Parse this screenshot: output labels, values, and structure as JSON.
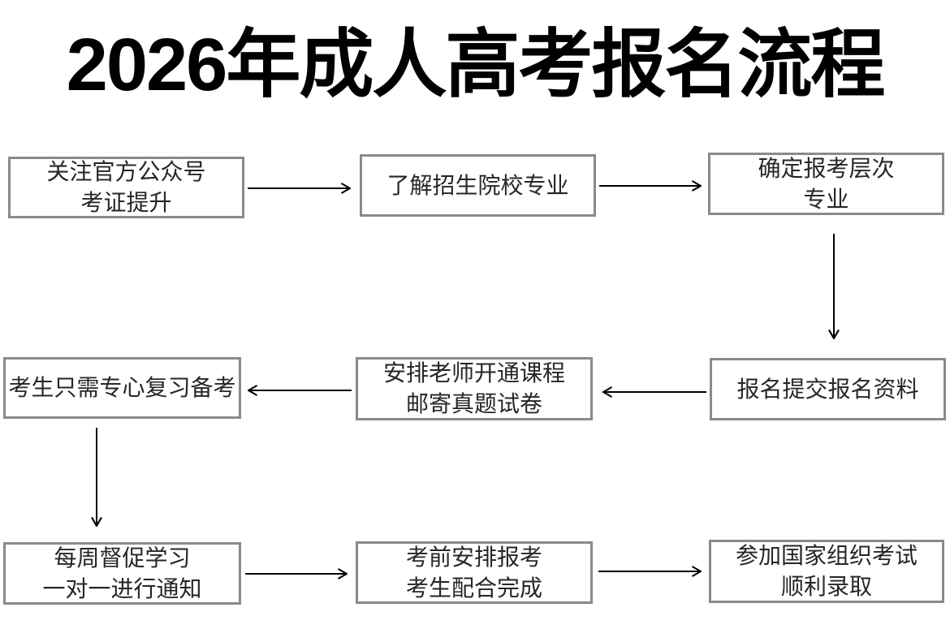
{
  "title": "2026年成人高考报名流程",
  "colors": {
    "background": "#ffffff",
    "box_border": "#8a8a8a",
    "box_text": "#262626",
    "title_text": "#000000",
    "arrow": "#000000"
  },
  "nodes": {
    "follow": {
      "line1": "关注官方公众号",
      "line2": "考证提升"
    },
    "learn": {
      "line1": "了解招生院校专业"
    },
    "level": {
      "line1": "确定报考层次",
      "line2": "专业"
    },
    "submit": {
      "line1": "报名提交报名资料"
    },
    "course": {
      "line1": "安排老师开通课程",
      "line2": "邮寄真题试卷"
    },
    "review": {
      "line1": "考生只需专心复习备考"
    },
    "supervise": {
      "line1": "每周督促学习",
      "line2": "一对一进行通知"
    },
    "preexam": {
      "line1": "考前安排报考",
      "line2": "考生配合完成"
    },
    "exam": {
      "line1": "参加国家组织考试",
      "line2": "顺利录取"
    }
  },
  "flow_order": [
    "follow",
    "learn",
    "level",
    "submit",
    "course",
    "review",
    "supervise",
    "preexam",
    "exam"
  ]
}
